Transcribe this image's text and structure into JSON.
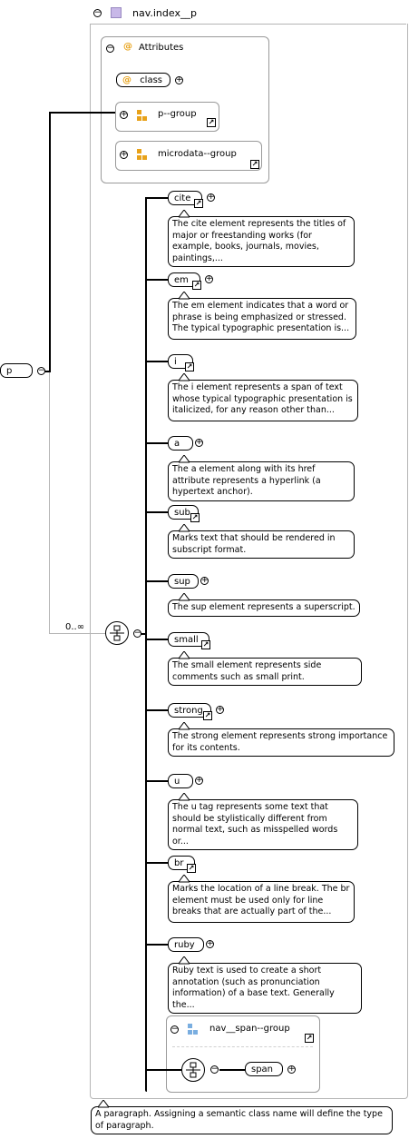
{
  "root": {
    "title": "nav.index__p",
    "attributes_label": "Attributes",
    "class_label": "class",
    "p_group_label": "p--group",
    "microdata_group_label": "microdata--group"
  },
  "p_node": {
    "label": "p"
  },
  "occurrence": "0..∞",
  "children": [
    {
      "label": "cite",
      "note": "The cite element represents the titles of major or freestanding works (for example, books, journals, movies, paintings,..."
    },
    {
      "label": "em",
      "note": "The em element indicates that a word or phrase is being emphasized or stressed. The typical typographic presentation is..."
    },
    {
      "label": "i",
      "note": "The i element represents a span of text whose typical typographic presentation is italicized, for any reason other than..."
    },
    {
      "label": "a",
      "note": "The a element along with its href attribute represents a hyperlink (a hypertext anchor)."
    },
    {
      "label": "sub",
      "note": "Marks text that should be rendered in subscript format."
    },
    {
      "label": "sup",
      "note": "The sup element represents a superscript."
    },
    {
      "label": "small",
      "note": "The small element represents side comments such as small print."
    },
    {
      "label": "strong",
      "note": "The strong element represents strong importance for its contents."
    },
    {
      "label": "u",
      "note": "The u tag represents some text that should be stylistically different from normal text, such as misspelled words or..."
    },
    {
      "label": "br",
      "note": "Marks the location of a line break. The br element must be used only for line breaks that are actually part of the..."
    },
    {
      "label": "ruby",
      "note": "Ruby text is used to create a short annotation (such as pronunciation information) of a base text. Generally the..."
    }
  ],
  "span_group": {
    "label": "nav__span--group",
    "span_label": "span"
  },
  "footer_note": "A paragraph. Assigning a semantic class name will define the type of paragraph.",
  "colors": {
    "attribute": "#e8a21a",
    "group_icon": "#e8a21a",
    "span_group_icon": "#7aaee0",
    "element_icon": "#c8b8e8"
  }
}
